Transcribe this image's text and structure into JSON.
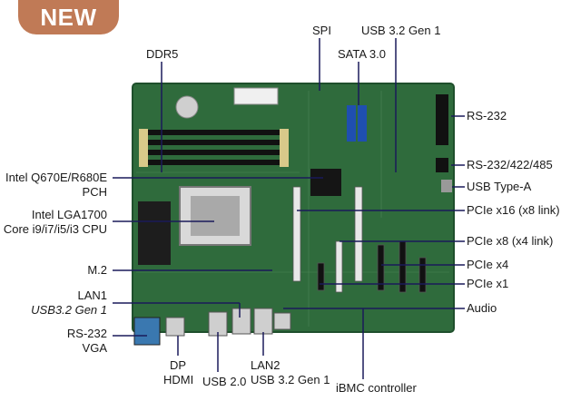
{
  "badge": "NEW",
  "colors": {
    "badge": "#c07a56",
    "pcb": "#2f6b3c",
    "pcb_dark": "#1f4f2c",
    "leader": "#1a1a5a",
    "slot": "#e8e8e8",
    "rs232_port": "#3a78b0"
  },
  "labels": {
    "ddr5": "DDR5",
    "spi": "SPI",
    "usb32_top": "USB 3.2 Gen 1",
    "sata": "SATA 3.0",
    "rs232_right": "RS-232",
    "rs232_422_485": "RS-232/422/485",
    "usb_type_a": "USB Type-A",
    "pcie_x16": "PCIe x16 (x8 link)",
    "pcie_x8": "PCIe x8 (x4 link)",
    "pcie_x4": "PCIe x4",
    "pcie_x1": "PCIe x1",
    "audio": "Audio",
    "pch_line1": "Intel Q670E/R680E",
    "pch_line2": "PCH",
    "cpu_line1": "Intel LGA1700",
    "cpu_line2": "Core i9/i7/i5/i3 CPU",
    "m2": "M.2",
    "lan1_line1": "LAN1",
    "lan1_line2": "USB3.2 Gen 1",
    "rs232_vga_line1": "RS-232",
    "rs232_vga_line2": "VGA",
    "dp": "DP",
    "hdmi": "HDMI",
    "usb20": "USB 2.0",
    "lan2_line1": "LAN2",
    "lan2_line2": "USB 3.2 Gen 1",
    "ibmc": "iBMC controller"
  }
}
